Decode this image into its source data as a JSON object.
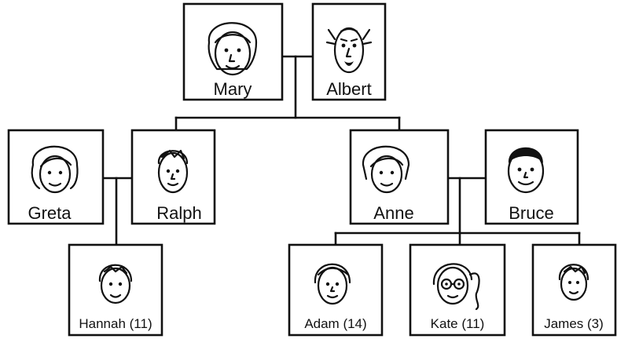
{
  "people": {
    "mary": "Mary",
    "albert": "Albert",
    "greta": "Greta",
    "ralph": "Ralph",
    "anne": "Anne",
    "bruce": "Bruce",
    "hannah": "Hannah (11)",
    "adam": "Adam (14)",
    "kate": "Kate (11)",
    "james": "James (3)"
  },
  "icons": {
    "mary": "woman-face-icon",
    "albert": "old-man-face-icon",
    "greta": "woman-face-icon",
    "ralph": "man-face-icon",
    "anne": "woman-face-icon",
    "bruce": "man-face-icon",
    "hannah": "girl-face-icon",
    "adam": "boy-face-icon",
    "kate": "girl-with-glasses-face-icon",
    "james": "child-face-icon"
  }
}
